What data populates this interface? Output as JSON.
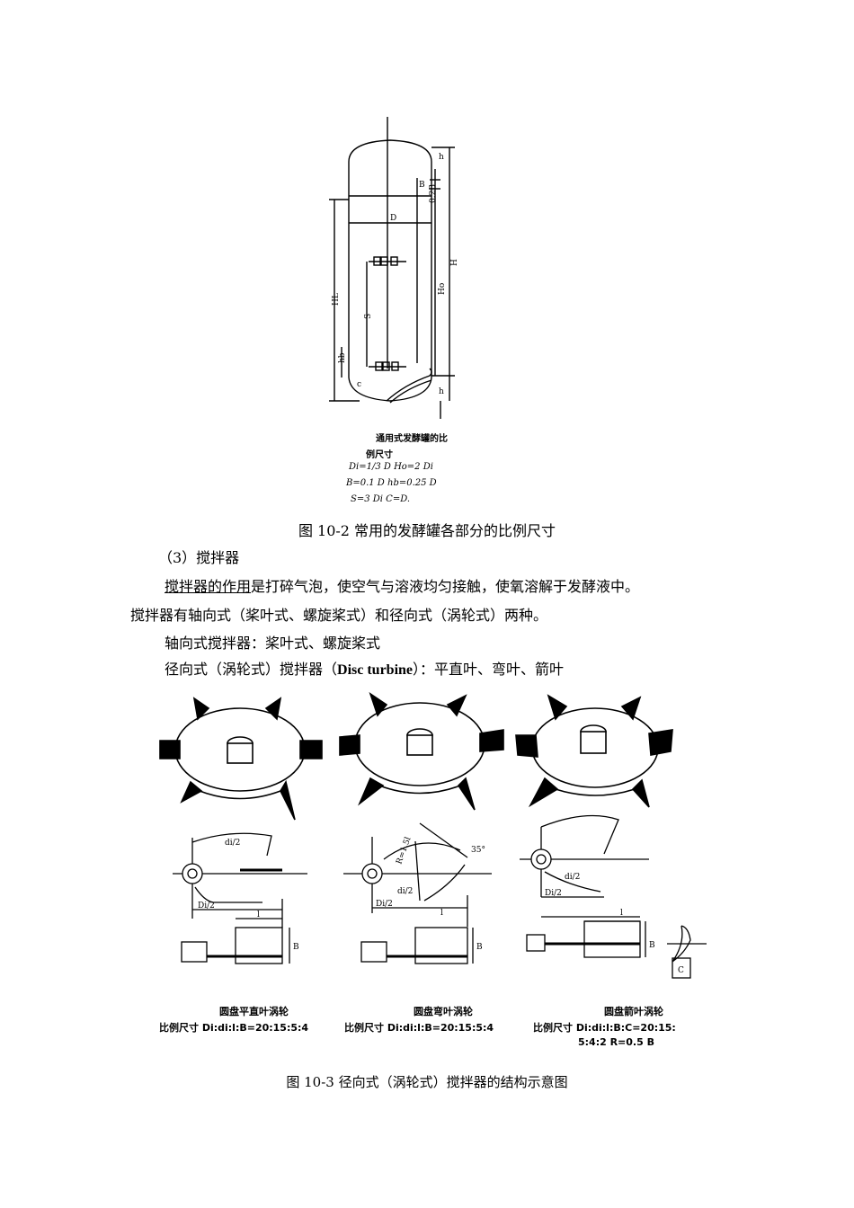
{
  "fig1": {
    "dims": {
      "h": "h",
      "b": "B",
      "b02": "0.2B",
      "d": "D",
      "s": "S",
      "hl": "HL",
      "ho": "Ho",
      "hh": "H",
      "hb": "hb",
      "h_bottom": "h",
      "c": "c"
    },
    "title_line1": "通用式发酵罐的比",
    "title_line2": "例尺寸",
    "formulas": [
      "Di=1/3 D   Ho=2 Di",
      "B=0.1 D   hb=0.25 D",
      "S=3 Di   C=D."
    ],
    "caption": "图 10-2 常用的发酵罐各部分的比例尺寸"
  },
  "text": {
    "heading": "（3）搅拌器",
    "p1_underlined": "搅拌器的作用",
    "p1_rest": "是打碎气泡，使空气与溶液均匀接触，使氧溶解于发酵液中。",
    "p1_line2": "搅拌器有轴向式（桨叶式、螺旋桨式）和径向式（涡轮式）两种。",
    "p2": "轴向式搅拌器：桨叶式、螺旋桨式",
    "p3_pre": "径向式（涡轮式）搅拌器（",
    "p3_bold": "Disc turbine",
    "p3_post": "）：平直叶、弯叶、箭叶"
  },
  "fig2": {
    "turbines": [
      {
        "name": "圆盘平直叶涡轮",
        "ratio": "比例尺寸 Di:di:l:B=20:15:5:4",
        "labels": {
          "di2": "di/2",
          "Di2": "Di/2",
          "l": "l",
          "B": "B"
        }
      },
      {
        "name": "圆盘弯叶涡轮",
        "ratio": "比例尺寸 Di:di:l:B=20:15:5:4",
        "labels": {
          "R": "R=1.5l",
          "di2": "di/2",
          "Di2": "Di/2",
          "l": "l",
          "B": "B",
          "angle": "35°"
        }
      },
      {
        "name": "圆盘箭叶涡轮",
        "ratio_line1": "比例尺寸 Di:di:l:B:C=20:15:",
        "ratio_line2": "5:4:2   R=0.5 B",
        "labels": {
          "di2": "di/2",
          "Di2": "Di/2",
          "l": "l",
          "B": "B",
          "C": "C"
        }
      }
    ],
    "caption": "图 10-3 径向式（涡轮式）搅拌器的结构示意图"
  }
}
